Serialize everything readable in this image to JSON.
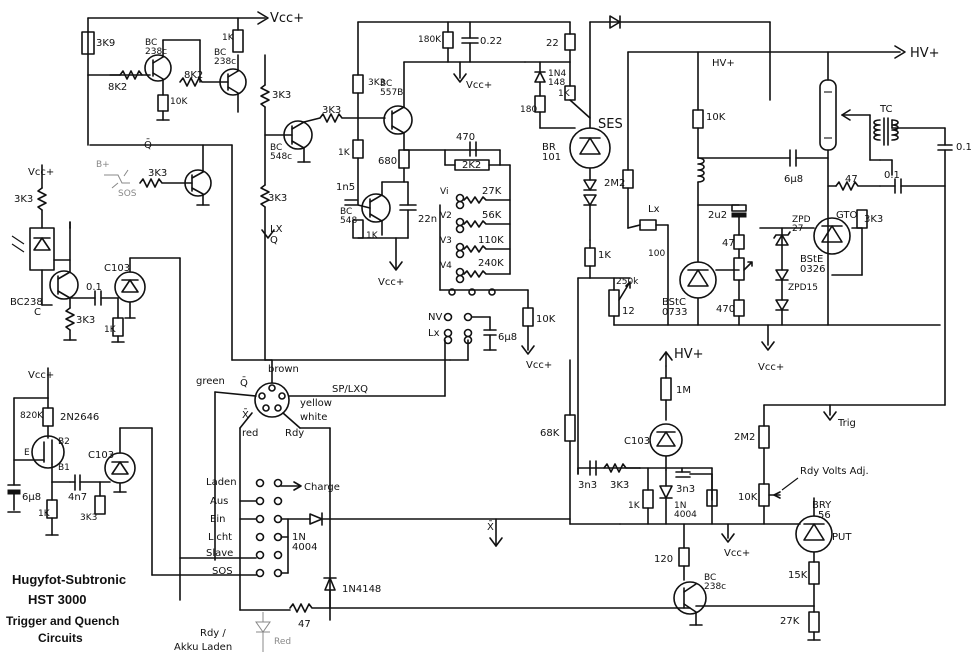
{
  "title": {
    "line1": "Hugyfot-Subtronic",
    "line2": "HST 3000",
    "line3": "Trigger and Quench",
    "line4": "Circuits"
  },
  "rails": {
    "vcc_top": "Vcc+",
    "hv_top": "HV+",
    "hv_mid": "HV+",
    "hv_bottom": "HV+",
    "vcc_generic": "Vcc+",
    "vcc_plus_right": "Vcc+"
  },
  "components": {
    "r_3k9": "3K9",
    "q1": "BC\n238c",
    "q2": "BC\n238c",
    "r_8k2a": "8K2",
    "r_8k2b": "8K2",
    "r_1k_top": "1K",
    "r_10k_a": "10K",
    "r_3k3_a": "3K3",
    "r_3k3_b": "3K3",
    "r_3k3_c": "3K3",
    "q3": "BC\n548c",
    "q4": "BC\n557B",
    "r_3k3_q4": "3K3",
    "r_1k_q4": "1K",
    "r_680": "680",
    "c_1n5": "1n5",
    "q5": "BC\n548",
    "r_1k_q5": "1K",
    "c_22n": "22n",
    "r_2k2": "2K2",
    "c_470": "470",
    "r_27k": "27K",
    "r_56k": "56K",
    "r_110k": "110K",
    "r_240k": "240K",
    "r_10k_sw": "10K",
    "c_6u8_sw": "6µ8",
    "r_180k": "180K",
    "c_0u22": "0.22",
    "r_22": "22",
    "d_1n4148a": "1N4\n148",
    "r_1k_ses": "1K",
    "r_180": "180",
    "ses": "SES",
    "br101": "BR\n101",
    "r_2m2_top": "2M2",
    "r_10k_hv": "10K",
    "c_6u8_hv": "6µ8",
    "r_1k_lx": "1K",
    "lx": "Lx",
    "r_100": "100",
    "r_250k": "250k",
    "r_12": "12",
    "bstc": "BStC\n0733",
    "c_2u2": "2u2",
    "r_47": "47",
    "r_470": "470",
    "zpd27": "ZPD\n27",
    "zpd15": "ZPD15",
    "gto": "GTO",
    "r_3k3_gto": "3K3",
    "bste": "BStE\n0326",
    "tc": "TC",
    "c_0u1_tc": "0.1",
    "r_47_tc": "47",
    "c_0u1b": "0.1",
    "hv_arrow": "HV+",
    "q_trig": "B+",
    "sos_small": "SOS",
    "r_3k3_sos": "3K3",
    "r_3k3_ldr": "3K3",
    "q_bc238": "BC238\nC",
    "r_3k3_bc238": "3K3",
    "c_0u1_bc": "0.1",
    "c103_a": "C103",
    "r_1k_c103": "1K",
    "r_820k": "820K",
    "ujt": "2N2646",
    "b2": "B2",
    "b1": "B1",
    "e": "E",
    "c_6u8_ujt": "6µ8",
    "r_1k_ujt": "1K",
    "c_4n7": "4n7",
    "r_3k3_ujt": "3K3",
    "c103_b": "C103",
    "r_68k": "68K",
    "r_1m": "1M",
    "c103_c": "C103",
    "r_2m2_trig": "2M2",
    "c_3n3a": "3n3",
    "r_3k3_trig": "3K3",
    "c_3n3b": "3n3",
    "r_1k_trig": "1K",
    "d_1n4004": "1N\n4004",
    "rdy_adj": "Rdy Volts Adj.",
    "r_10k_adj": "10K",
    "bry56": "BRY\n56",
    "put": "PUT",
    "r_120": "120",
    "q_bc238c": "BC\n238c",
    "r_15k": "15K",
    "r_27k_b": "27K",
    "d_1n4004b": "1N\n4004",
    "d_1n4148b": "1N4148",
    "r_47_b": "47"
  },
  "connector": {
    "brown": "brown",
    "green": "green",
    "yellow": "yellow",
    "white": "white",
    "red": "red",
    "q_bar": "Q̄",
    "x_bar": "X̄",
    "sp_lxq": "SP/LXQ",
    "rdy": "Rdy"
  },
  "switch_labels": {
    "laden": "Laden",
    "aus": "Aus",
    "ein": "Ein",
    "licht": "Licht",
    "slave": "Slave",
    "sos": "SOS",
    "charge": "Charge",
    "nv": "NV",
    "lx": "Lx",
    "lx_q": "LX\nQ",
    "q_bar": "Q̄",
    "x_bar": "X̄",
    "trig": "Trig"
  },
  "bottom": {
    "rdy": "Rdy /",
    "akku": "Akku Laden",
    "red": "Red"
  }
}
